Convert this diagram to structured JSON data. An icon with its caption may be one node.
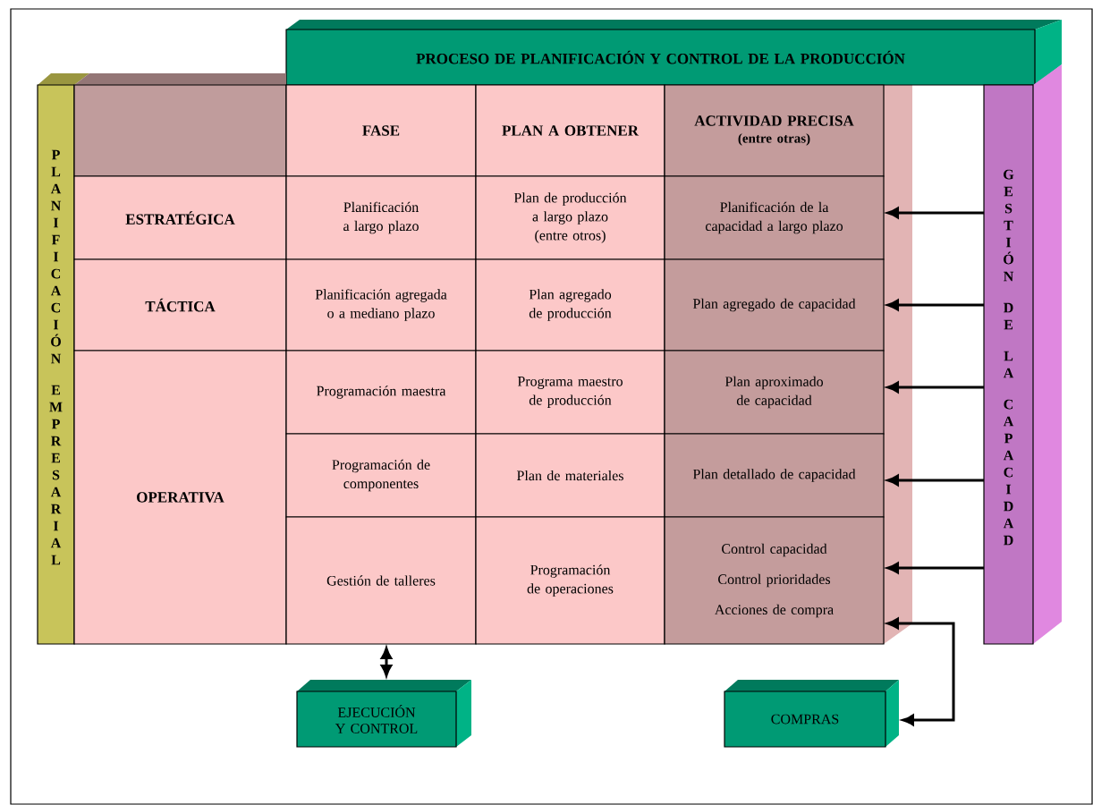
{
  "diagram": {
    "nodes": [
      {
        "text": [
          "PROCESO DE PLANIFICACIÓN Y CONTROL DE LA PRODUCCIÓN"
        ]
      },
      {
        "text": [
          "PLANIFICACIÓN EMPRESARIAL"
        ]
      },
      {
        "text": [],
        "shape": "box"
      },
      {
        "text": [
          "FASE"
        ]
      },
      {
        "text": [
          "PLAN A OBTENER"
        ]
      },
      {
        "text": [
          "ACTIVIDAD PRECISA",
          "(entre otras)"
        ]
      },
      {
        "text": [
          "ESTRATÉGICA"
        ]
      },
      {
        "text": [
          "Planificación a largo plazo"
        ]
      },
      {
        "text": [
          "Plan de producción a largo plazo (entre otros)"
        ]
      },
      {
        "text": [
          "Planificación de la capacidad a largo plazo"
        ]
      },
      {
        "text": [
          "TÁCTICA"
        ]
      },
      {
        "text": [
          "Planificación agregada o a mediano plazo"
        ]
      },
      {
        "text": [
          "Plan agregado de producción"
        ]
      },
      {
        "text": [
          "Plan agregado de capacidad"
        ]
      },
      {
        "text": [
          "OPERATIVA"
        ]
      },
      {
        "text": [
          "Programación maestra"
        ]
      },
      {
        "text": [
          "Programa maestro de producción"
        ]
      },
      {
        "text": [
          "Plan aproximado de capacidad"
        ]
      },
      {
        "text": [
          "Programación de componentes"
        ]
      },
      {
        "text": [
          "Plan de materiales"
        ]
      },
      {
        "text": [
          "Plan detallado de capacidad"
        ]
      },
      {
        "text": [
          "Gestión de talleres"
        ]
      },
      {
        "text": [
          "Programación de operaciones"
        ]
      },
      {
        "text": [
          "Control capacidad",
          "Control prioridades",
          "Acciones de compra"
        ]
      },
      {
        "text": [
          "GESTIÓN DE LA CAPACIDAD"
        ]
      },
      {
        "text": [
          "EJECUCIÓN Y CONTROL"
        ]
      },
      {
        "text": [
          "COMPRAS"
        ]
      }
    ],
    "edges": [
      {
        "from": 24,
        "to": 9,
        "arrow": "to"
      },
      {
        "from": 24,
        "to": 13,
        "arrow": "to"
      },
      {
        "from": 24,
        "to": 17,
        "arrow": "to"
      },
      {
        "from": 24,
        "to": 20,
        "arrow": "to"
      },
      {
        "from": 24,
        "to": 23,
        "arrow": "to"
      },
      {
        "from": 21,
        "to": 25,
        "arrow": "both"
      },
      {
        "from": 23,
        "to": 26,
        "arrow": "both"
      }
    ]
  }
}
